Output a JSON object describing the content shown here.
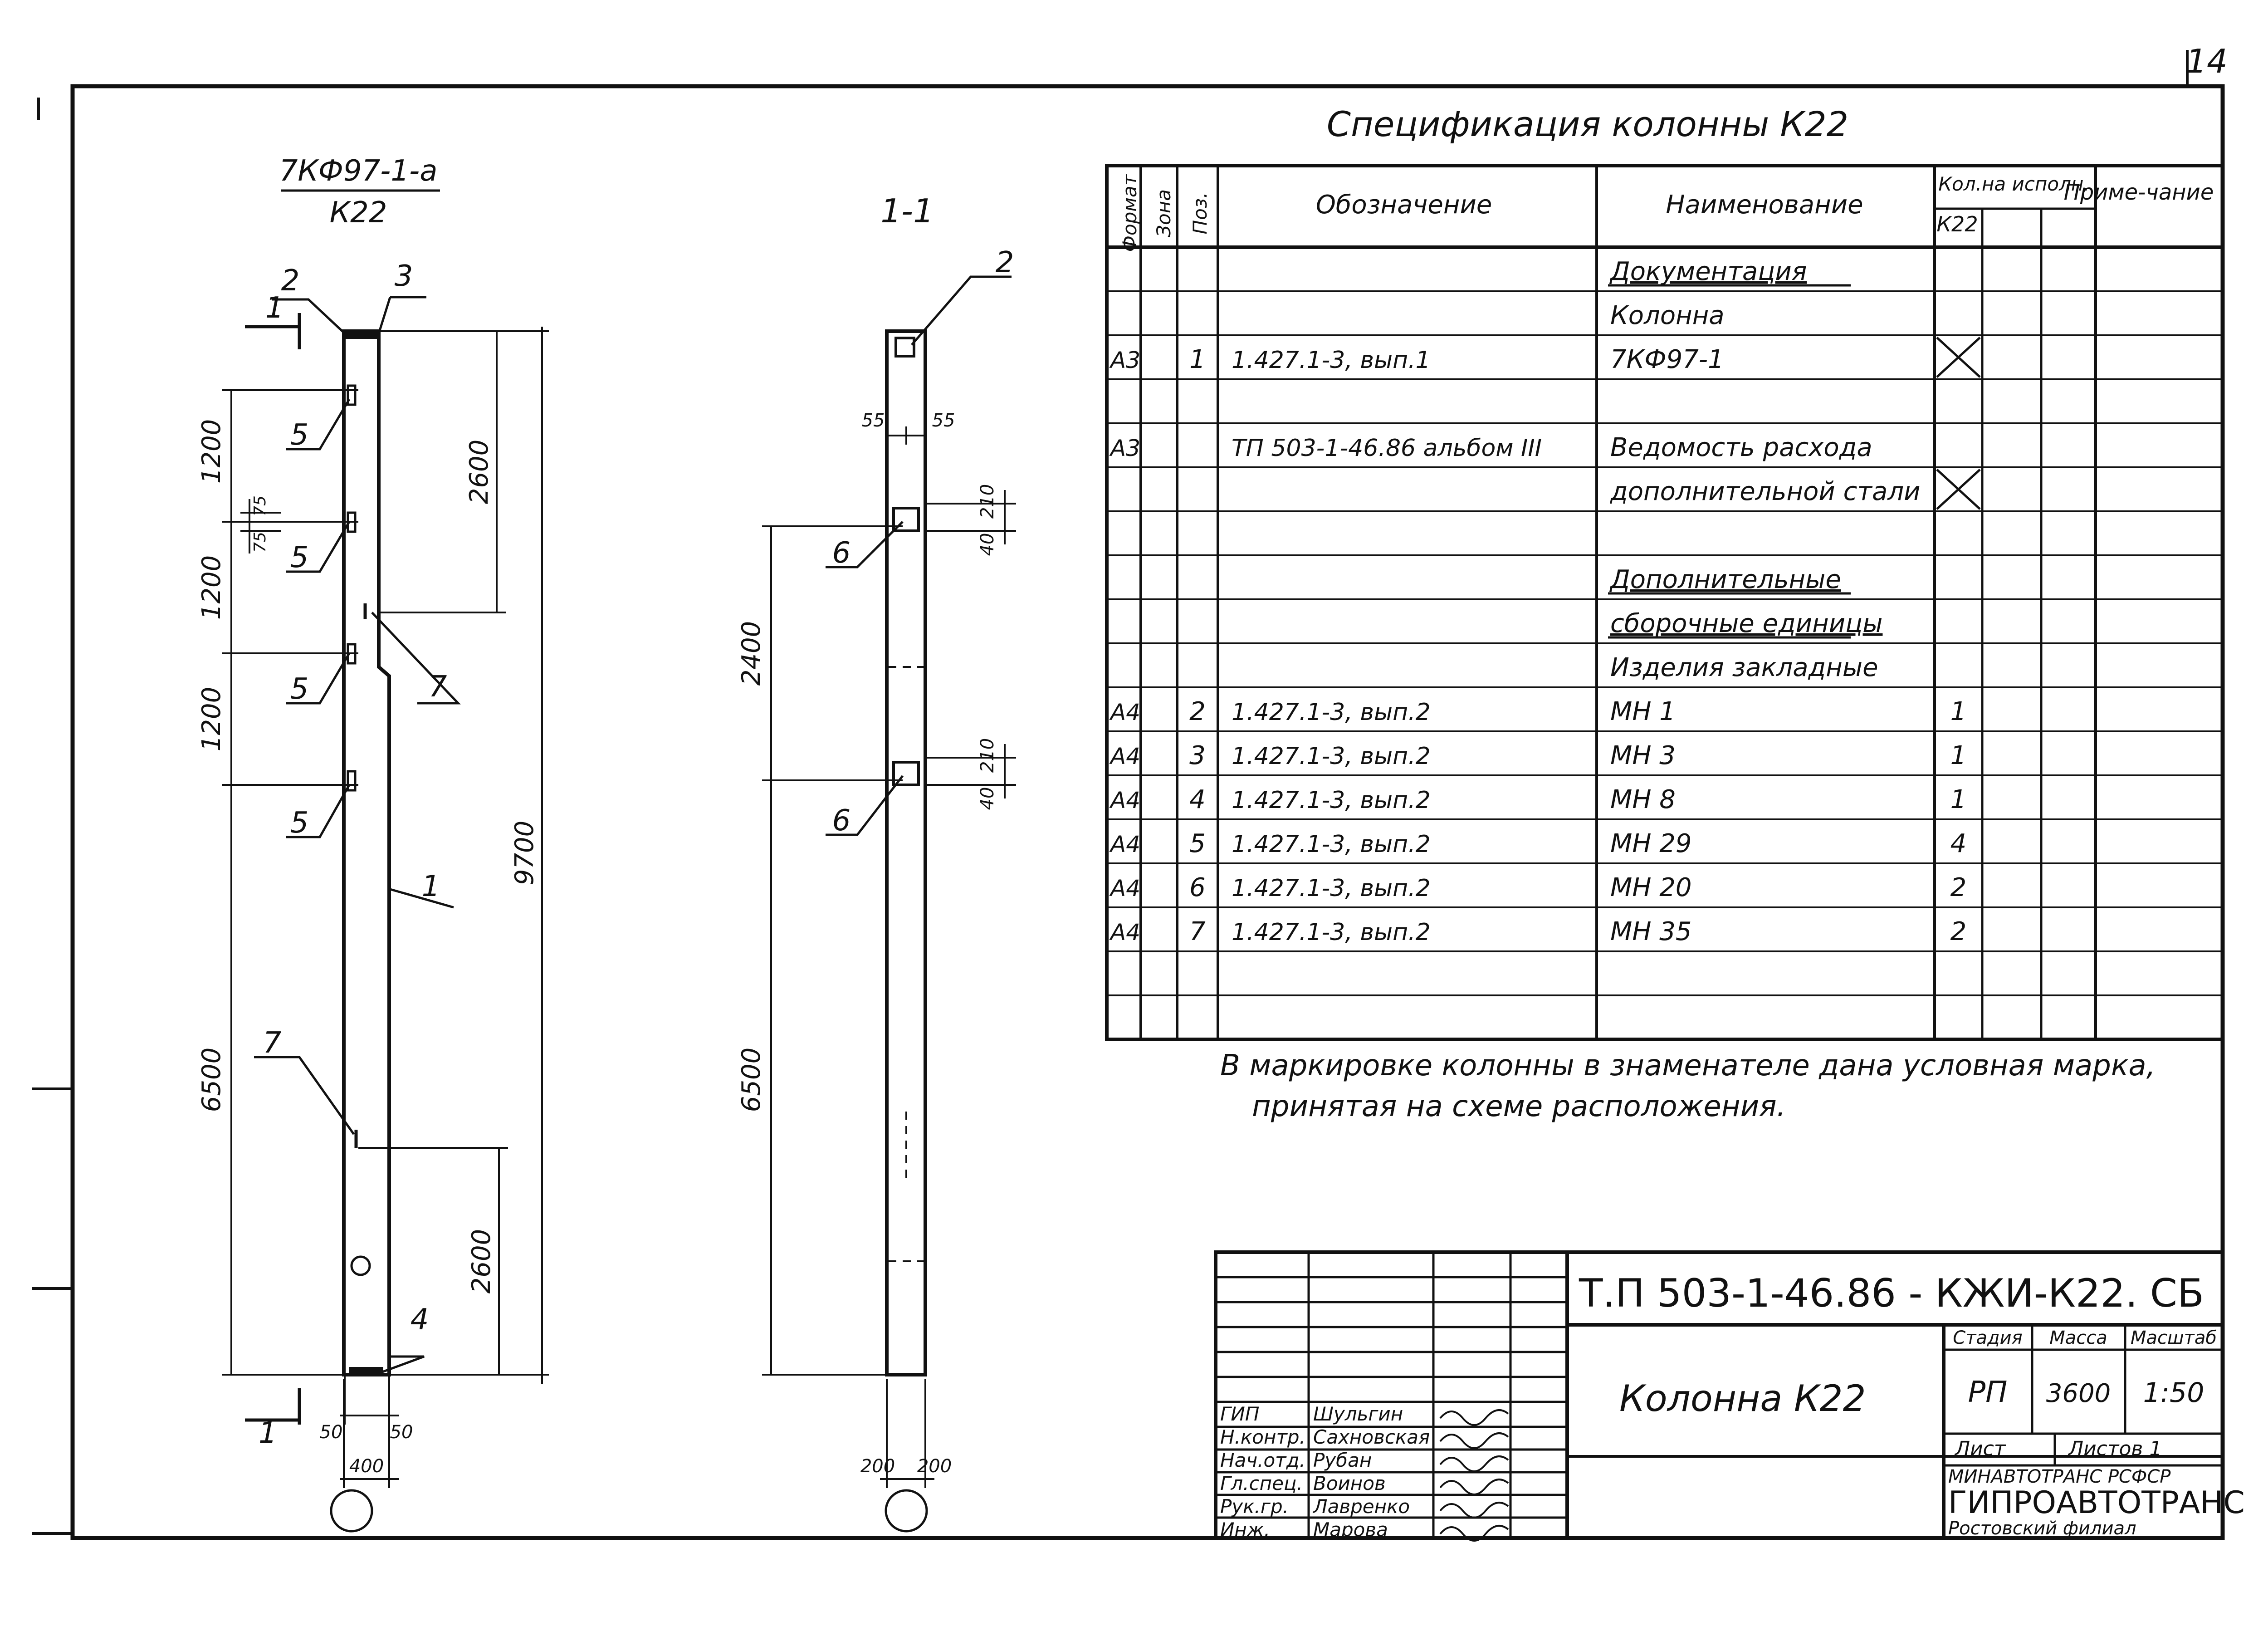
{
  "sheet": {
    "page_number": "14",
    "title_block": {
      "code": "Т.П 503-1-46.86 - КЖИ-К22. СБ",
      "item_name": "Колонна К22",
      "stage_header": "Стадия",
      "mass_header": "Масса",
      "scale_header": "Масштаб",
      "stage": "РП",
      "mass": "3600",
      "scale": "1:50",
      "sheet_label": "Лист",
      "sheets_label": "Листов 1",
      "org_line1": "МИНАВТОТРАНС РСФСР",
      "org_line2": "ГИПРОАВТОТРАНС",
      "org_line3": "Ростовский филиал",
      "signatures": [
        {
          "role": "ГИП",
          "name": "Шульгин"
        },
        {
          "role": "Н.контр.",
          "name": "Сахновская"
        },
        {
          "role": "Нач.отд.",
          "name": "Рубан"
        },
        {
          "role": "Гл.спец.",
          "name": "Воинов"
        },
        {
          "role": "Рук.гр.",
          "name": "Лавренко"
        },
        {
          "role": "Инж.",
          "name": "Марова"
        }
      ]
    }
  },
  "elevation": {
    "mark_top": "7КФ97-1-а",
    "mark_bottom": "К22",
    "section_mark": "1",
    "callouts": [
      "1",
      "2",
      "3",
      "4",
      "5",
      "5",
      "5",
      "5",
      "7",
      "7"
    ],
    "dims": [
      "1200",
      "1200",
      "1200",
      "75",
      "75",
      "2600",
      "9700",
      "6500",
      "2600",
      "50",
      "50",
      "400"
    ]
  },
  "section": {
    "title": "1-1",
    "callouts": [
      "2",
      "6",
      "6"
    ],
    "dims": [
      "55",
      "55",
      "210",
      "40",
      "210",
      "40",
      "2400",
      "6500",
      "200",
      "200"
    ]
  },
  "spec": {
    "title": "Спецификация колонны К22",
    "headers": {
      "format": "Формат",
      "zone": "Зона",
      "pos": "Поз.",
      "designation": "Обозначение",
      "name": "Наименование",
      "qty": "Кол.на исполн.",
      "qty_sub": "К22",
      "note": "Приме-чание"
    },
    "rows": [
      {
        "format": "",
        "pos": "",
        "designation": "",
        "name": "Документация",
        "qty": "",
        "kind": "section"
      },
      {
        "format": "",
        "pos": "",
        "designation": "",
        "name": "Колонна",
        "qty": "",
        "kind": "text"
      },
      {
        "format": "А3",
        "pos": "1",
        "designation": "1.427.1-3, вып.1",
        "name": "7КФ97-1",
        "qty": "X",
        "kind": "text"
      },
      {
        "format": "",
        "pos": "",
        "designation": "",
        "name": "",
        "qty": "",
        "kind": "text"
      },
      {
        "format": "А3",
        "pos": "",
        "designation": "ТП 503-1-46.86 альбом III",
        "name": "Ведомость расхода",
        "qty": "",
        "kind": "text"
      },
      {
        "format": "",
        "pos": "",
        "designation": "",
        "name": "дополнительной стали",
        "qty": "X",
        "kind": "text"
      },
      {
        "format": "",
        "pos": "",
        "designation": "",
        "name": "",
        "qty": "",
        "kind": "text"
      },
      {
        "format": "",
        "pos": "",
        "designation": "",
        "name": "Дополнительные",
        "qty": "",
        "kind": "section"
      },
      {
        "format": "",
        "pos": "",
        "designation": "",
        "name": "сборочные единицы",
        "qty": "",
        "kind": "section"
      },
      {
        "format": "",
        "pos": "",
        "designation": "",
        "name": "Изделия закладные",
        "qty": "",
        "kind": "text"
      },
      {
        "format": "А4",
        "pos": "2",
        "designation": "1.427.1-3, вып.2",
        "name": "МН 1",
        "qty": "1",
        "kind": "text"
      },
      {
        "format": "А4",
        "pos": "3",
        "designation": "1.427.1-3, вып.2",
        "name": "МН 3",
        "qty": "1",
        "kind": "text"
      },
      {
        "format": "А4",
        "pos": "4",
        "designation": "1.427.1-3, вып.2",
        "name": "МН 8",
        "qty": "1",
        "kind": "text"
      },
      {
        "format": "А4",
        "pos": "5",
        "designation": "1.427.1-3, вып.2",
        "name": "МН 29",
        "qty": "4",
        "kind": "text"
      },
      {
        "format": "А4",
        "pos": "6",
        "designation": "1.427.1-3, вып.2",
        "name": "МН 20",
        "qty": "2",
        "kind": "text"
      },
      {
        "format": "А4",
        "pos": "7",
        "designation": "1.427.1-3, вып.2",
        "name": "МН 35",
        "qty": "2",
        "kind": "text"
      },
      {
        "format": "",
        "pos": "",
        "designation": "",
        "name": "",
        "qty": "",
        "kind": "text"
      },
      {
        "format": "",
        "pos": "",
        "designation": "",
        "name": "",
        "qty": "",
        "kind": "text"
      }
    ]
  },
  "note": {
    "line1": "В маркировке колонны в знаменателе дана условная марка,",
    "line2": "принятая на схеме расположения."
  }
}
